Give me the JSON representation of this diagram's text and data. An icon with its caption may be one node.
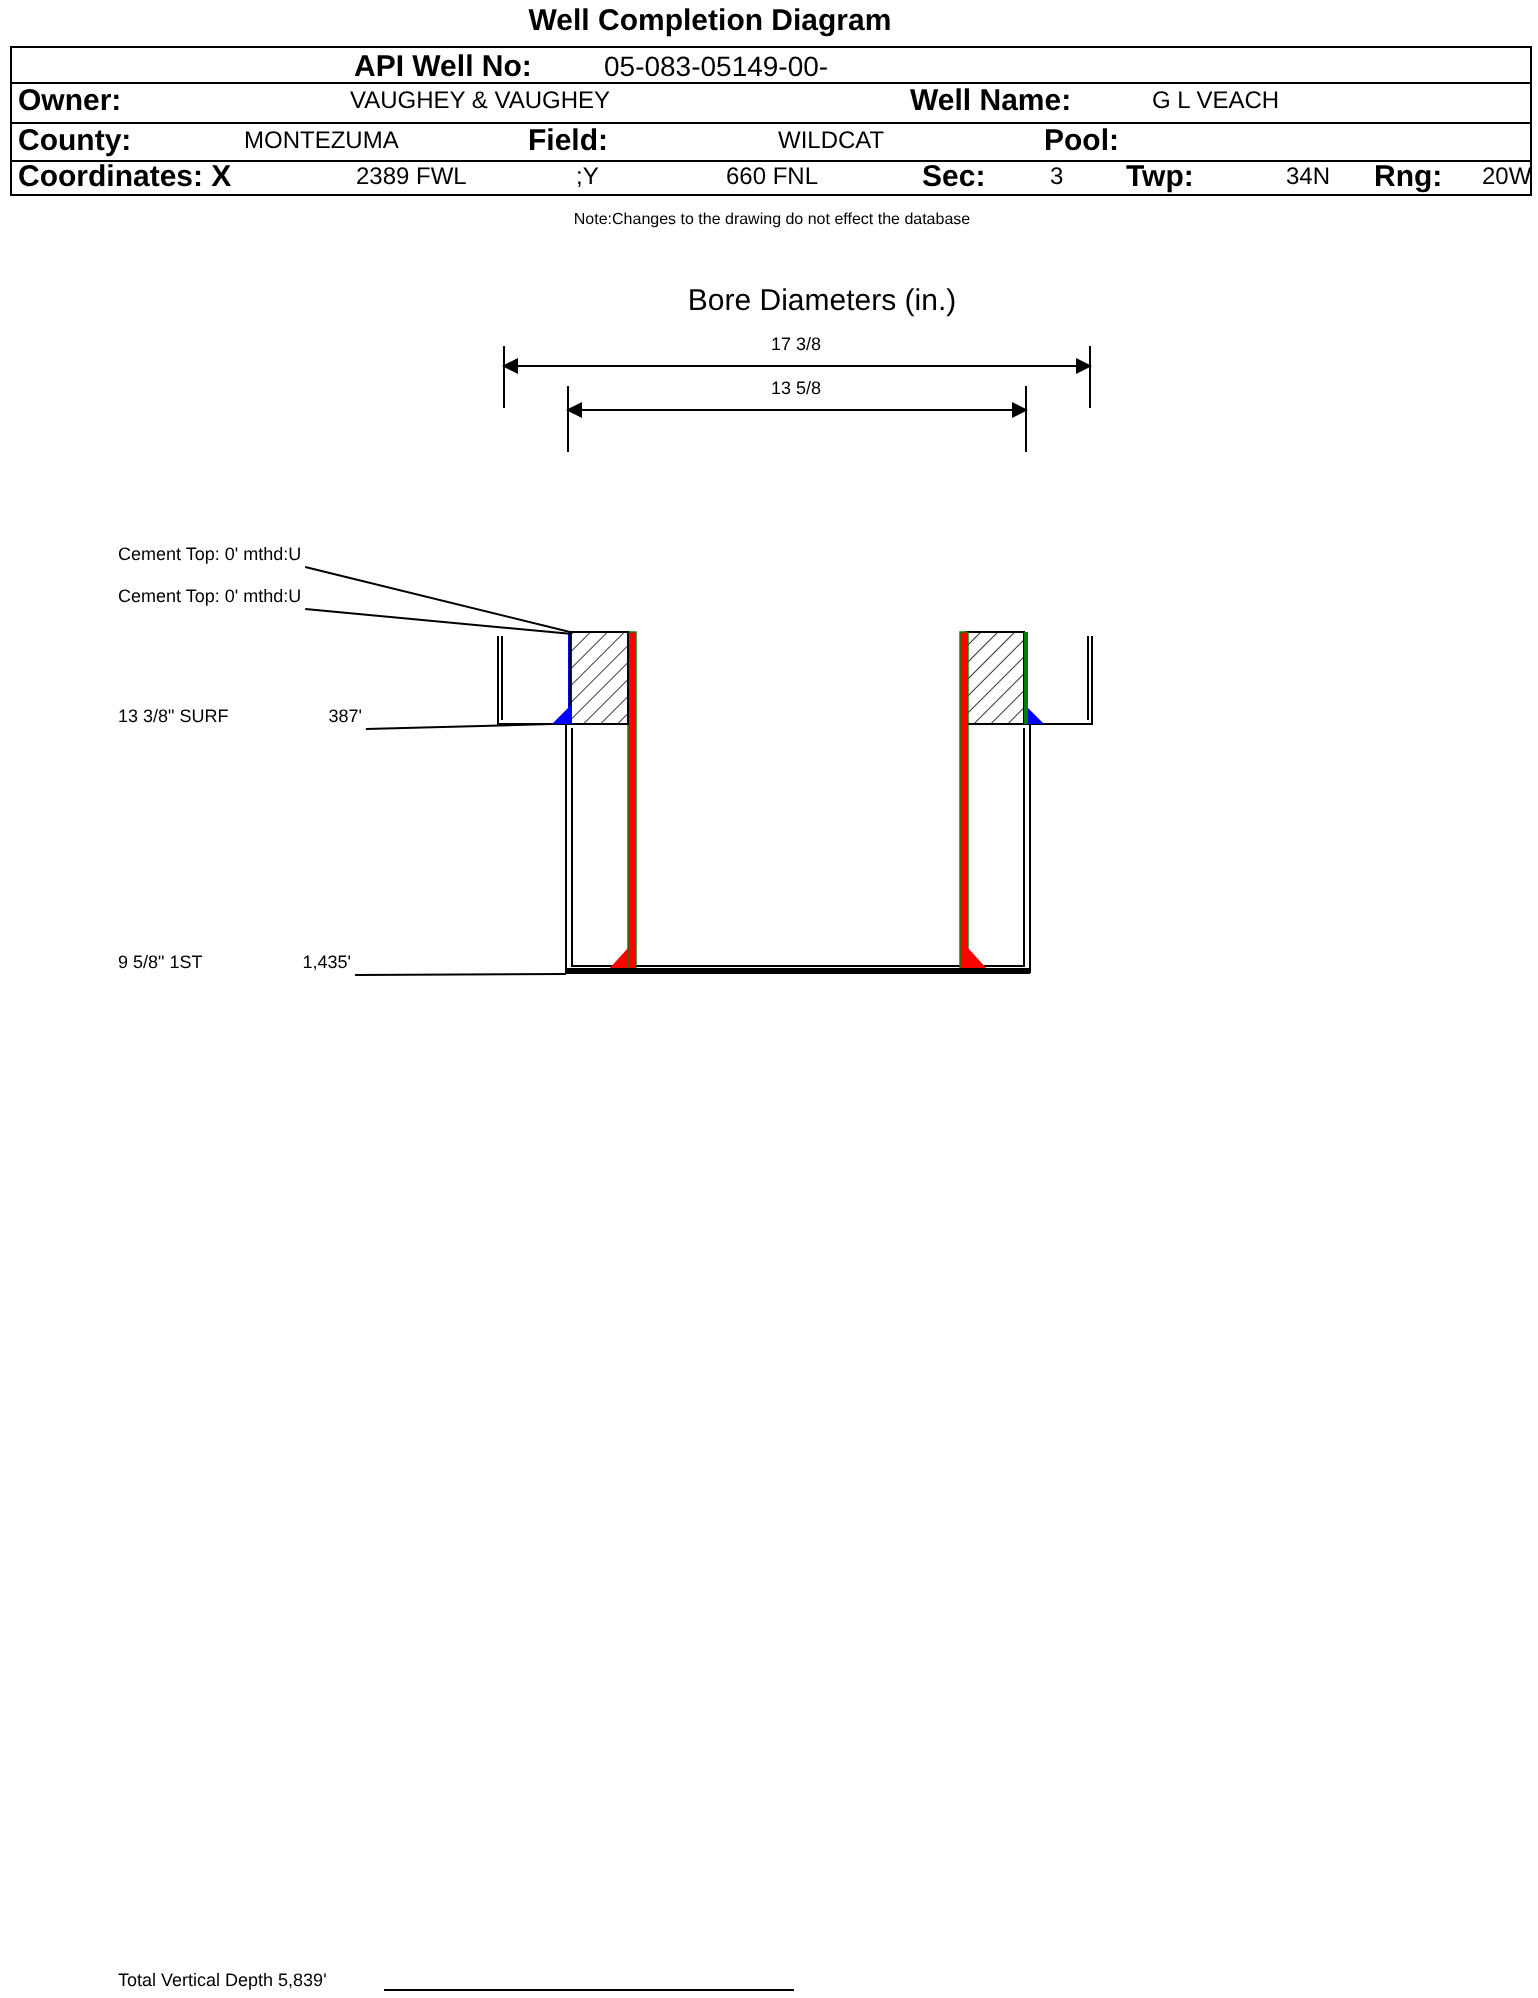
{
  "diagram": {
    "title": "Well Completion Diagram",
    "nodes": [
      {
        "text": [
          "Cement Top: 0' mthd:U"
        ]
      },
      {
        "text": [
          "Cement Top: 0' mthd:U"
        ]
      },
      {
        "text": [
          "13 3/8\" SURF",
          "387'"
        ]
      },
      {
        "text": [
          "9 5/8\" 1ST",
          "1,435'"
        ]
      },
      {
        "text": [],
        "shape": "box"
      },
      {
        "text": [],
        "shape": "triangle"
      },
      {
        "text": [],
        "shape": "bar"
      }
    ],
    "edges": [
      {
        "from": 0,
        "to": 4,
        "arrow": "none"
      },
      {
        "from": 1,
        "to": 4,
        "arrow": "none"
      },
      {
        "from": 2,
        "to": 5,
        "arrow": "none"
      },
      {
        "from": 3,
        "to": 6,
        "arrow": "none"
      }
    ],
    "labels": [
      "API Well No:",
      "05-083-05149-00-",
      "Owner:",
      "VAUGHEY & VAUGHEY",
      "Well Name:",
      "G L VEACH",
      "County:",
      "MONTEZUMA",
      "Field:",
      "WILDCAT",
      "Pool:",
      "Coordinates: X",
      "2389 FWL",
      ";Y",
      "660 FNL",
      "Sec:",
      "3",
      "Twp:",
      "34N",
      "Rng:",
      "20W",
      "Note:Changes to the drawing do not effect the database",
      "Bore Diameters (in.)",
      "17 3/8",
      "13 5/8",
      "Total Vertical Depth 5,839'"
    ]
  }
}
